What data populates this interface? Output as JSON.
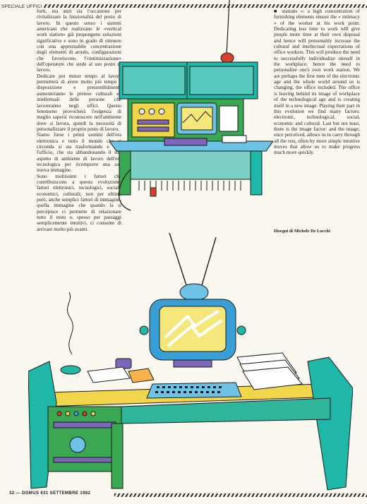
{
  "header": {
    "section_label": "SPECIALE UFFICI"
  },
  "article": {
    "italian_paragraphs": [
      "forti, ma anzi sia l'occasione per rivitalizzare la funzionalità del posto di lavoro. In questo senso i sistemi americani che realizzano le «vertical work station» già propongono soluzioni significative e sono in grado di ottenere con una apprezzabile concentrazione degli elementi di arredo, configurazioni che favoriscono l'«intimizzazione» dell'operatore che siede al suo posto di lavoro.",
      "Dedicare poi minor tempo al lavoro permetterà di avere molto più tempo a disposizione e presumibilmente aumenteranno le pretese culturali ed intellettuali delle persone che lavoreranno negli uffici. Questo fenomeno provocherà l'esigenza di meglio sapersi riconoscere nell'ambiente dove si lavora, quindi la necessità di personalizzare il proprio posto di lavoro.",
      "Siamo forse i primi uomini dell'era elettronica e tutto il mondo che ci circonda si sta trasformando e così l'ufficio, che sta abbandonando il suo aspetto di ambiente di lavoro dell'era tecnologica per ricomporre una sua nuova immagine.",
      "Sono moltissimi i fattori che contribuiscono a questa evoluzione, fattori elettronici, tecnologici, sociali, economici, culturali; non per ultimi, però, anche semplici fattori di immagine, quella immagine che quando la si percepisce ci permette di relazionare tutto il resto e, spesso per passaggi semplicemente intuitivi, ci consente di arrivare molto più avanti."
    ],
    "english_text": "■ stations »: a high concentration of furnishing elements ensure the « intimacy » of the worker at his work point. Dedicating less time to work will give people more time at their own disposal and hence will presumably increase the cultural and intellectual expectations of office workers. This will produce the need to successfully individualize oneself in the workplace; hence the need to personalize one's own work station. We are perhaps the first men of the electronic age and the whole world around us is changing, the office included. The office is leaving behind its image of workplace of the technological age and is creating itself in a new image. Playing their part in this evolution we find many factors: electronic, technological, social, economic and cultural. Last but not least, there is the image factor: and the image, once perceived, allows us to carry through all the rest, often by more simple intuitive moves that allow us to make progress much more quickly.",
    "caption": "Disegni di Michele De Lucchi"
  },
  "footer": {
    "text": "32 — DOMUS 631 SETTEMBRE 1982"
  },
  "colors": {
    "teal": "#1fb7a8",
    "yellow": "#f1d64c",
    "green": "#3aa852",
    "purple": "#7d66b8",
    "blue": "#3a9fd6",
    "red": "#d8402f",
    "ink": "#1b1b1b",
    "paper": "#fbf8ef"
  }
}
